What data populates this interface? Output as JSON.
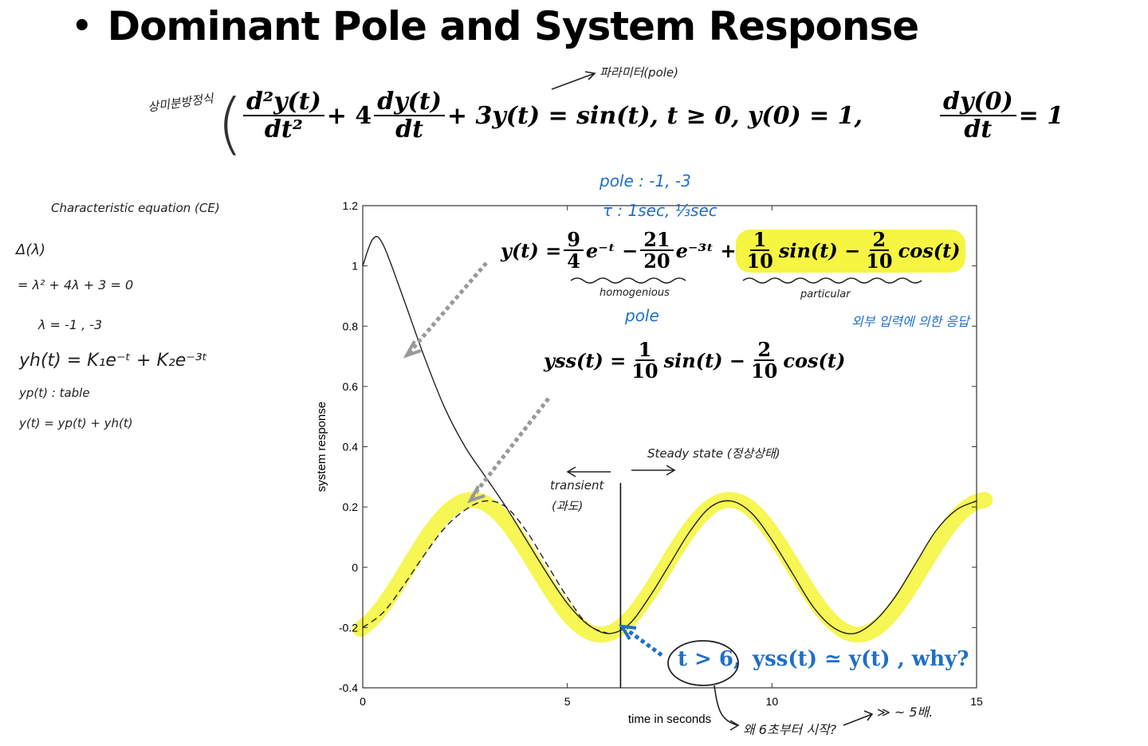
{
  "slide": {
    "bullet": "•",
    "title": "Dominant Pole and System Response"
  },
  "ode": {
    "side_note": "상미분방정식",
    "pole_note": "파라미터(pole)",
    "d2_num": "d²y(t)",
    "d2_den": "dt²",
    "plus4": "+ 4",
    "d1_num": "dy(t)",
    "d1_den": "dt",
    "rest": "+ 3y(t) = sin(t),   t ≥ 0,   y(0) = 1,",
    "ic_num": "dy(0)",
    "ic_den": "dt",
    "ic_rhs": "= 1"
  },
  "left_notes": {
    "ce": "Characteristic equation (CE)",
    "delta": "Δ(λ)",
    "poly": "= λ² + 4λ + 3 = 0",
    "roots": "λ = -1 , -3",
    "yh": "yh(t) = K₁e⁻ᵗ + K₂e⁻³ᵗ",
    "yp": "yp(t) : table",
    "y": "y(t) = yp(t) + yh(t)"
  },
  "annotations": {
    "pole_list": "pole : -1, -3",
    "tau": "τ : 1sec, ⅓sec",
    "homogenious": "homogenious",
    "pole_under": "pole",
    "particular": "particular",
    "korean_external": "외부 입력에 의한 응답",
    "steady_state": "Steady state (정상상태)",
    "transient": "transient",
    "transient_kr": "(과도)",
    "why6": "왜 6초부터 시작?",
    "five_tau": "≫ ~ 5배."
  },
  "equations": {
    "y_lhs": "y(t) =",
    "f1_num": "9",
    "f1_den": "4",
    "e1": "e⁻ᵗ −",
    "f2_num": "21",
    "f2_den": "20",
    "e2": "e⁻³ᵗ +",
    "f3_num": "1",
    "f3_den": "10",
    "s1": "sin(t) −",
    "f4_num": "2",
    "f4_den": "10",
    "c1": "cos(t)",
    "yss_lhs": "yss(t) =",
    "g1_num": "1",
    "g1_den": "10",
    "s2": "sin(t) −",
    "g2_num": "2",
    "g2_den": "10",
    "c2": "cos(t)",
    "t_gt_6": "t > 6,",
    "approx": "yss(t) ≃ y(t) , why?"
  },
  "chart_data": {
    "type": "line",
    "title": "",
    "xlabel": "time in seconds",
    "ylabel": "system response",
    "xlim": [
      0,
      15
    ],
    "ylim": [
      -0.4,
      1.2
    ],
    "x_ticks": [
      "0",
      "5",
      "10",
      "15"
    ],
    "y_ticks": [
      "-0.4",
      "-0.2",
      "0",
      "0.2",
      "0.4",
      "0.6",
      "0.8",
      "1",
      "1.2"
    ],
    "grid": false,
    "series": [
      {
        "style": "solid",
        "x": [
          0,
          0.25,
          0.5,
          1,
          1.5,
          2,
          2.5,
          3,
          3.5,
          4,
          4.5,
          5,
          5.5,
          6,
          6.5,
          7,
          7.5,
          8,
          8.5,
          9,
          9.5,
          10,
          10.5,
          11,
          11.5,
          12,
          12.5,
          13,
          13.5,
          14,
          14.5,
          15
        ],
        "y": [
          1.0,
          1.09,
          1.07,
          0.89,
          0.7,
          0.53,
          0.4,
          0.3,
          0.2,
          0.09,
          -0.02,
          -0.12,
          -0.19,
          -0.22,
          -0.19,
          -0.1,
          0.01,
          0.12,
          0.2,
          0.22,
          0.18,
          0.09,
          -0.02,
          -0.13,
          -0.2,
          -0.22,
          -0.18,
          -0.1,
          0.01,
          0.12,
          0.19,
          0.22
        ]
      },
      {
        "style": "dashed",
        "x": [
          0,
          0.5,
          1,
          1.5,
          2,
          2.5,
          3,
          3.5,
          4,
          4.5,
          5,
          5.5,
          6
        ],
        "y": [
          -0.2,
          -0.15,
          -0.06,
          0.04,
          0.13,
          0.19,
          0.22,
          0.2,
          0.12,
          0.01,
          -0.1,
          -0.19,
          -0.22
        ]
      }
    ],
    "annotation_lines": [
      {
        "x": 6.3,
        "style": "vertical"
      }
    ],
    "highlight_color": "#f5f542",
    "dashed_color": "#222222",
    "solid_color": "#222222"
  }
}
